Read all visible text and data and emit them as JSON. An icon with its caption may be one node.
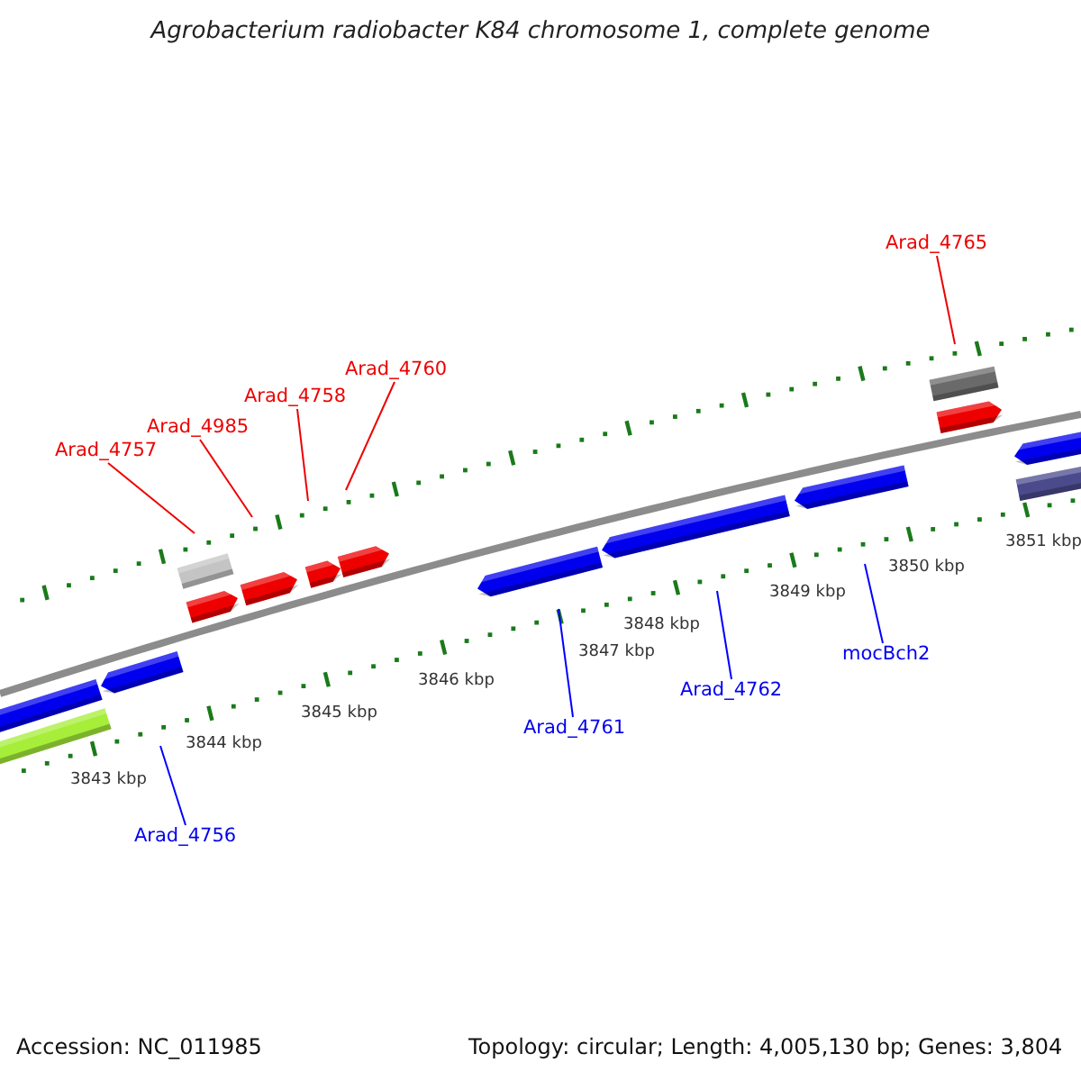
{
  "diagram": {
    "title": "Agrobacterium radiobacter K84 chromosome 1, complete genome",
    "nodes": [
      {
        "text": [
          "Arad_4765"
        ]
      },
      {
        "text": [
          "Arad_4760"
        ]
      },
      {
        "text": [
          "Arad_4758"
        ]
      },
      {
        "text": [
          "Arad_4985"
        ]
      },
      {
        "text": [
          "Arad_4757"
        ]
      },
      {
        "text": [
          "mocBch2"
        ]
      },
      {
        "text": [
          "Arad_4762"
        ]
      },
      {
        "text": [
          "Arad_4761"
        ]
      },
      {
        "text": [
          "Arad_4756"
        ]
      }
    ],
    "edges": [
      {
        "from": 0,
        "to": null,
        "arrow": "none"
      },
      {
        "from": 1,
        "to": null,
        "arrow": "none"
      },
      {
        "from": 2,
        "to": null,
        "arrow": "none"
      },
      {
        "from": 3,
        "to": null,
        "arrow": "none"
      },
      {
        "from": 4,
        "to": null,
        "arrow": "none"
      },
      {
        "from": 5,
        "to": null,
        "arrow": "none",
        "color": "#0000ff"
      },
      {
        "from": 6,
        "to": null,
        "arrow": "none",
        "color": "#0000ff"
      },
      {
        "from": 7,
        "to": null,
        "arrow": "none",
        "color": "#0000ff"
      },
      {
        "from": 8,
        "to": null,
        "arrow": "none",
        "color": "#0000ff"
      }
    ],
    "labels": [
      "3851 kbp",
      "3850 kbp",
      "3849 kbp",
      "3848 kbp",
      "3847 kbp",
      "3846 kbp",
      "3845 kbp",
      "3844 kbp",
      "3843 kbp",
      "Accession: NC_011985",
      "Topology: circular; Length: 4,005,130 bp; Genes: 3,804"
    ]
  }
}
